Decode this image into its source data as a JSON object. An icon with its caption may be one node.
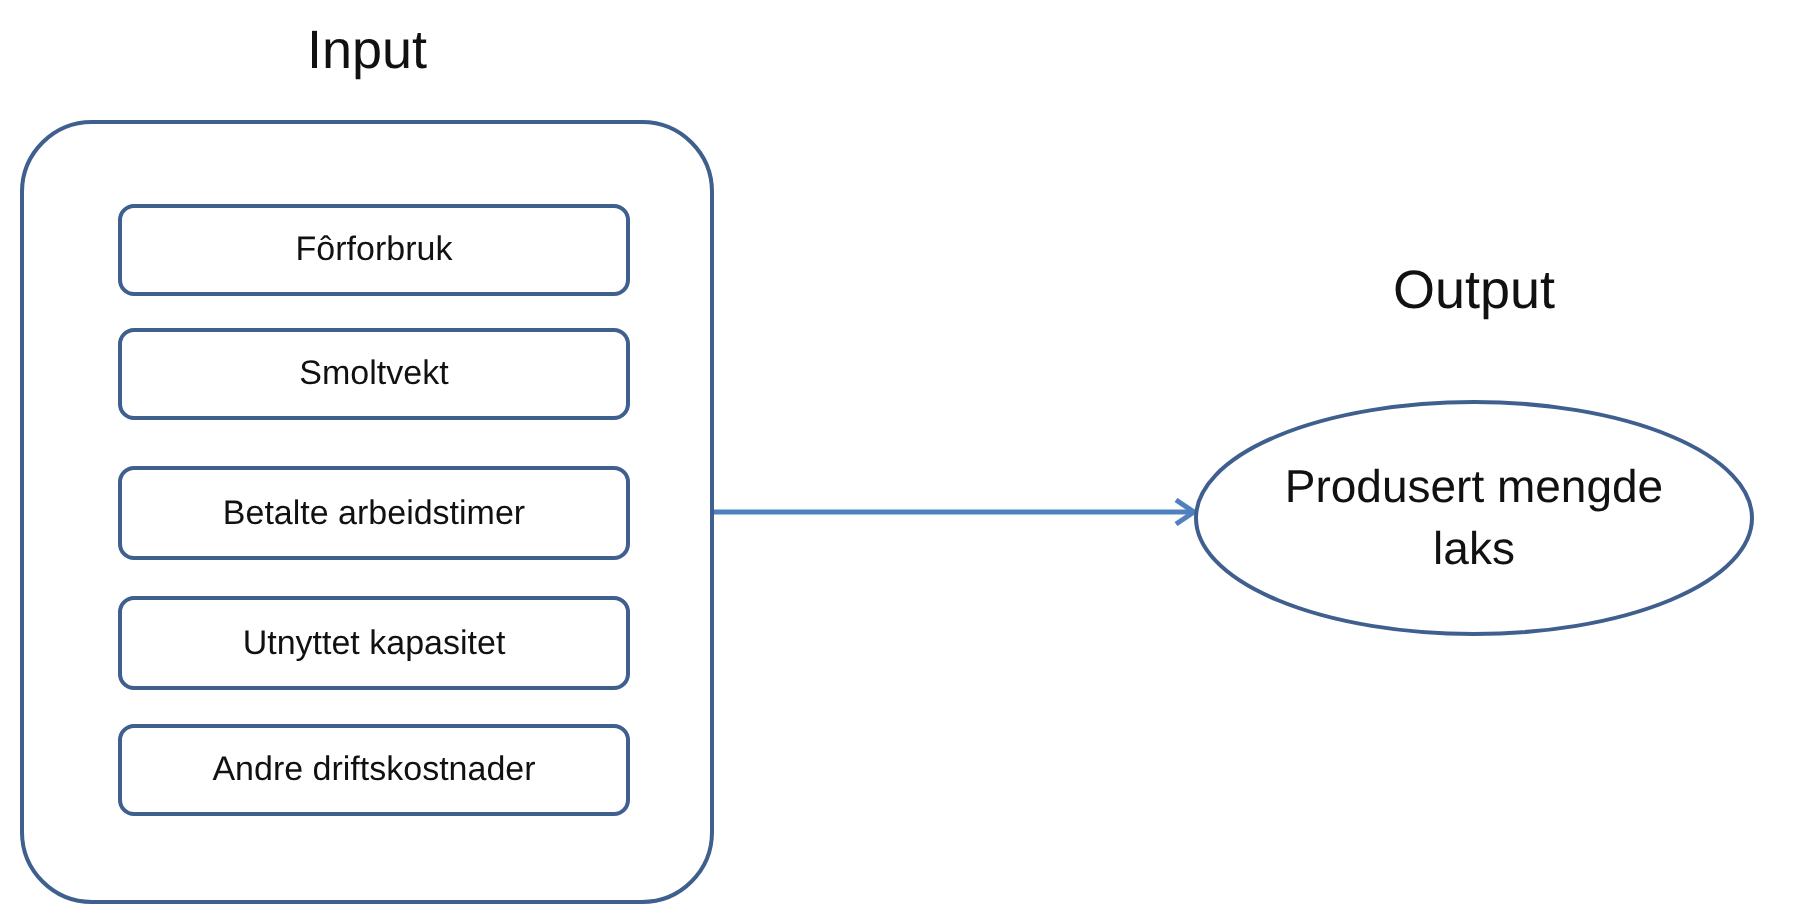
{
  "diagram": {
    "nodes": [
      {
        "text": [
          "Input"
        ]
      },
      {
        "text": [
          "Fôrforbruk"
        ],
        "in": 0
      },
      {
        "text": [
          "Smoltvekt"
        ],
        "in": 0
      },
      {
        "text": [
          "Betalte arbeidstimer"
        ],
        "in": 0
      },
      {
        "text": [
          "Utnyttet kapasitet"
        ],
        "in": 0
      },
      {
        "text": [
          "Andre driftskostnader"
        ],
        "in": 0
      },
      {
        "text": [
          "Output",
          "Produsert mengde laks"
        ]
      }
    ],
    "edges": [
      {
        "from": 0,
        "to": 6,
        "arrow": "to"
      }
    ]
  }
}
